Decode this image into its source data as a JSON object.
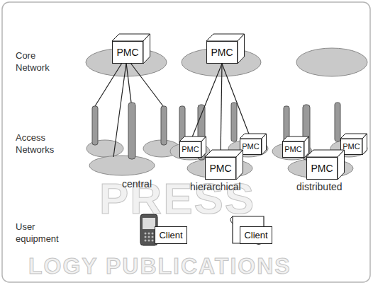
{
  "diagram": {
    "nodes": [
      {
        "text": [
          "PMC"
        ]
      },
      {
        "text": [
          "PMC"
        ]
      },
      {
        "text": [
          "PMC"
        ]
      },
      {
        "text": [
          "PMC"
        ]
      },
      {
        "text": [
          "PMC"
        ]
      },
      {
        "text": [
          "PMC"
        ]
      },
      {
        "text": [
          "PMC"
        ]
      },
      {
        "text": [
          "PMC"
        ]
      },
      {
        "text": [
          "Client"
        ]
      },
      {
        "text": [
          "Client"
        ]
      }
    ],
    "edges": [
      {
        "from": 1,
        "to": 2,
        "arrow": "none"
      },
      {
        "from": 1,
        "to": 3,
        "arrow": "none"
      },
      {
        "from": 1,
        "to": 4,
        "arrow": "none"
      }
    ],
    "labels": [
      "Core Network",
      "Access Networks",
      "User equipment",
      "central",
      "hierarchical",
      "distributed",
      "PRESS",
      "LOGY PUBLICATIONS"
    ]
  }
}
